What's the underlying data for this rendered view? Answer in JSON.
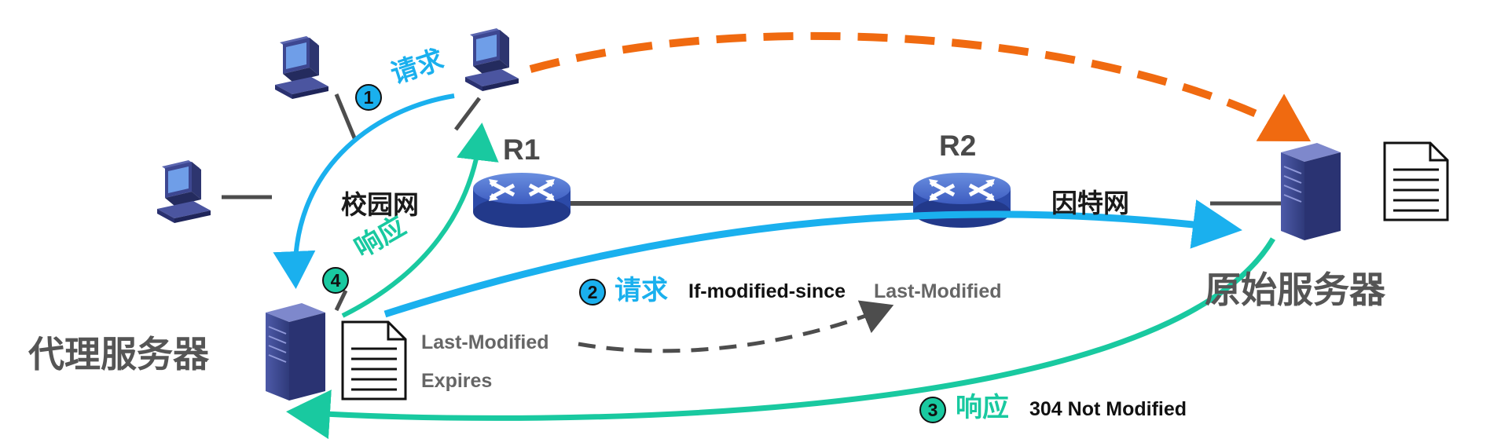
{
  "nodes": {
    "proxy_server": "代理服务器",
    "origin_server": "原始服务器",
    "campus_network": "校园网",
    "internet": "因特网",
    "router_r1": "R1",
    "router_r2": "R2",
    "router_badge": "ROUTER"
  },
  "steps": [
    {
      "number": "1",
      "action": "请求",
      "detail": "",
      "color": "#1ab0ee"
    },
    {
      "number": "2",
      "action": "请求",
      "header": "If-modified-since",
      "value": "Last-Modified",
      "color": "#1ab0ee"
    },
    {
      "number": "3",
      "action": "响应",
      "detail": "304 Not Modified",
      "color": "#19c9a0"
    },
    {
      "number": "4",
      "action": "响应",
      "detail": "",
      "color": "#19c9a0"
    }
  ],
  "cached_document": {
    "fields": [
      "Last-Modified",
      "Expires"
    ]
  },
  "colors": {
    "request": "#1ab0ee",
    "response": "#19c9a0",
    "direct_path": "#f06a10",
    "link": "#4d4d4d",
    "device": "#3d4791"
  }
}
